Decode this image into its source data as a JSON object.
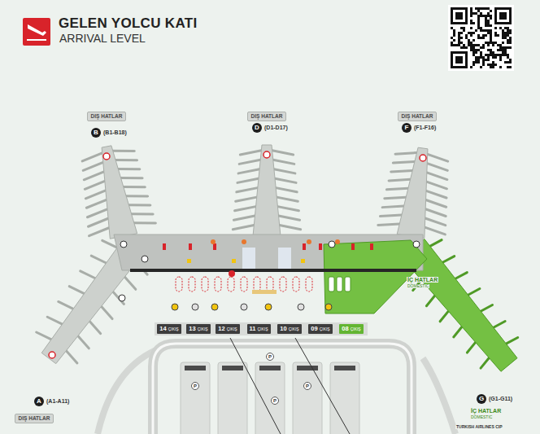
{
  "diagram": {
    "title": "GELEN YOLCU KATI",
    "nodes": [
      {
        "text": [
          "DIŞ HATLAR"
        ]
      },
      {
        "text": [
          "B"
        ]
      },
      {
        "text": [
          "DIŞ HATLAR"
        ]
      },
      {
        "text": [
          "D"
        ]
      },
      {
        "text": [
          "DIŞ HATLAR"
        ]
      },
      {
        "text": [
          "F"
        ]
      },
      {
        "text": [
          "14",
          "ÇIKIŞ"
        ]
      },
      {
        "text": [
          "13",
          "ÇIKIŞ"
        ]
      },
      {
        "text": [
          "12",
          "ÇIKIŞ"
        ]
      },
      {
        "text": [
          "11",
          "ÇIKIŞ"
        ]
      },
      {
        "text": [
          "10",
          "ÇIKIŞ"
        ]
      },
      {
        "text": [
          "09",
          "ÇIKIŞ"
        ]
      },
      {
        "text": [
          "08",
          "ÇIKIŞ"
        ]
      },
      {
        "text": [
          "P"
        ]
      },
      {
        "text": [
          "P"
        ]
      },
      {
        "text": [
          "P"
        ]
      },
      {
        "text": [
          "P"
        ]
      },
      {
        "text": [
          "A"
        ]
      },
      {
        "text": [
          "DIŞ HATLAR"
        ]
      },
      {
        "text": [
          "G"
        ]
      }
    ],
    "labels": [
      "ARRIVAL LEVEL",
      "(B1-B18)",
      "(D1-D17)",
      "(F1-F16)",
      "İÇ HATLAR",
      "DOMESTIC",
      "(A1-A11)",
      "(G1-G11)",
      "İÇ HATLAR",
      "DOMESTIC",
      "TURKISH AIRLINES CIP"
    ]
  }
}
